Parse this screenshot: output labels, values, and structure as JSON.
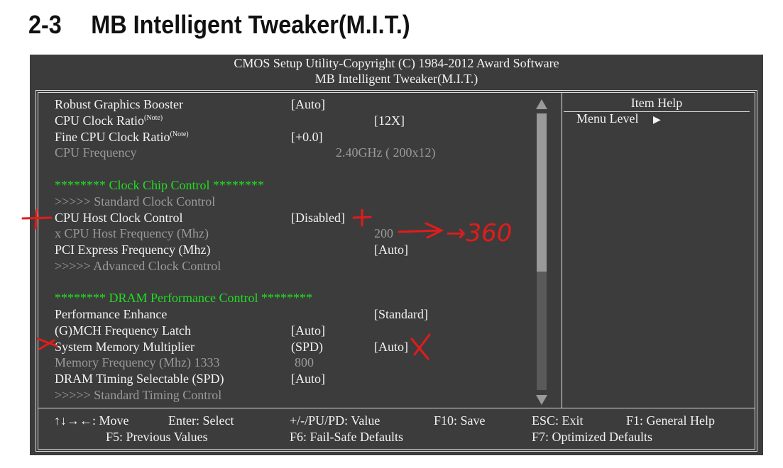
{
  "heading": {
    "number": "2-3",
    "title": "MB Intelligent Tweaker(M.I.T.)"
  },
  "header": {
    "line1": "CMOS Setup Utility-Copyright (C) 1984-2012 Award Software",
    "line2": "MB Intelligent Tweaker(M.I.T.)"
  },
  "rows": [
    {
      "label": "Robust Graphics Booster",
      "note": "",
      "value": "[Auto]",
      "col": 1,
      "dim": false
    },
    {
      "label": "CPU Clock Ratio",
      "note": "(Note)",
      "value": "[12X]",
      "col": 2,
      "dim": false
    },
    {
      "label": "Fine CPU Clock Ratio",
      "note": "(Note)",
      "value": "[+0.0]",
      "col": 1,
      "dim": false
    },
    {
      "label": "CPU Frequency",
      "note": "",
      "value": "2.40GHz ( 200x12)",
      "col": 3,
      "dim": true
    },
    {
      "label": "********  Clock Chip Control  ********",
      "green": true
    },
    {
      "label": ">>>>>   Standard Clock Control",
      "dim": true
    },
    {
      "label": "CPU Host Clock Control",
      "note": "",
      "value": "[Disabled]",
      "col": 1,
      "dim": false
    },
    {
      "label": "x   CPU Host Frequency (Mhz)",
      "note": "",
      "value": "200",
      "col": 2,
      "dim": true
    },
    {
      "label": "PCI Express Frequency (Mhz)",
      "note": "",
      "value": "[Auto]",
      "col": 2,
      "dim": false
    },
    {
      "label": ">>>>>   Advanced Clock Control",
      "dim": true
    },
    {
      "label": "********  DRAM Performance Control  ********",
      "green": true
    },
    {
      "label": "Performance Enhance",
      "note": "",
      "value": "[Standard]",
      "col": 2,
      "dim": false
    },
    {
      "label": "(G)MCH Frequency Latch",
      "note": "",
      "value": "[Auto]",
      "col": 1,
      "dim": false
    },
    {
      "label": "System Memory Multiplier",
      "note": "",
      "value": "(SPD)",
      "col": 1,
      "value2": "[Auto]",
      "dim": false
    },
    {
      "label": "Memory Frequency (Mhz)  1333",
      "note": "",
      "value": "800",
      "col": 4,
      "dim": true
    },
    {
      "label": "DRAM Timing Selectable  (SPD)",
      "note": "",
      "value": "[Auto]",
      "col": 1,
      "dim": false
    },
    {
      "label": ">>>>>   Standard Timing Control",
      "dim": true
    }
  ],
  "help": {
    "title": "Item Help",
    "menu_level": "Menu Level"
  },
  "footer": {
    "move": "↑↓→←: Move",
    "enter": "Enter: Select",
    "value": "+/-/PU/PD: Value",
    "save": "F10: Save",
    "exit": "ESC: Exit",
    "help": "F1: General Help",
    "prev": "F5: Previous Values",
    "failsafe": "F6: Fail-Safe Defaults",
    "optimized": "F7: Optimized Defaults"
  },
  "annotation": {
    "text": "→360",
    "color": "#e31b1b"
  }
}
